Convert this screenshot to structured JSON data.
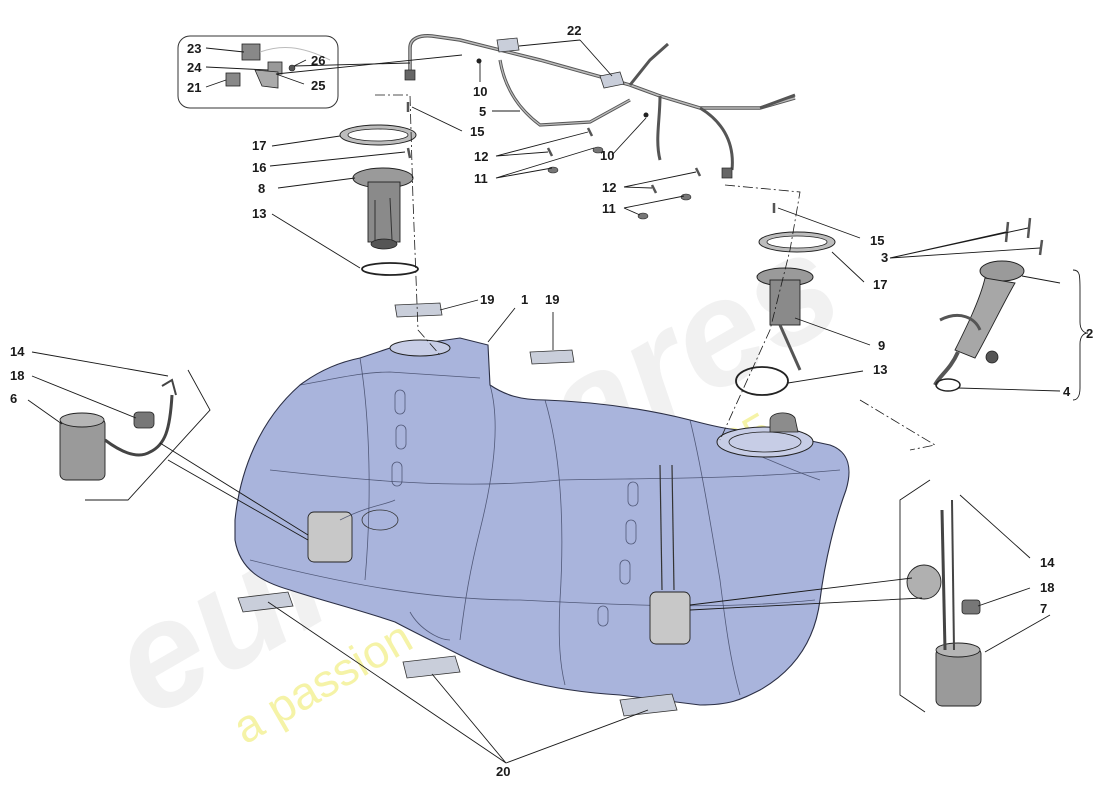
{
  "watermark": {
    "logo": "eurospares",
    "slogan": "a passion for parts since 1985"
  },
  "callouts": {
    "c1": "1",
    "c2": "2",
    "c3": "3",
    "c4": "4",
    "c5": "5",
    "c6": "6",
    "c7": "7",
    "c8": "8",
    "c9": "9",
    "c10": "10",
    "c11": "11",
    "c12": "12",
    "c13": "13",
    "c14": "14",
    "c15": "15",
    "c16": "16",
    "c17": "17",
    "c18": "18",
    "c19": "19",
    "c20": "20",
    "c21": "21",
    "c22": "22",
    "c23": "23",
    "c24": "24",
    "c25": "25",
    "c26": "26"
  },
  "colors": {
    "tank": "#a9b4dc",
    "parts_gray": "#9a9a9a",
    "line": "#1a1a1a"
  }
}
